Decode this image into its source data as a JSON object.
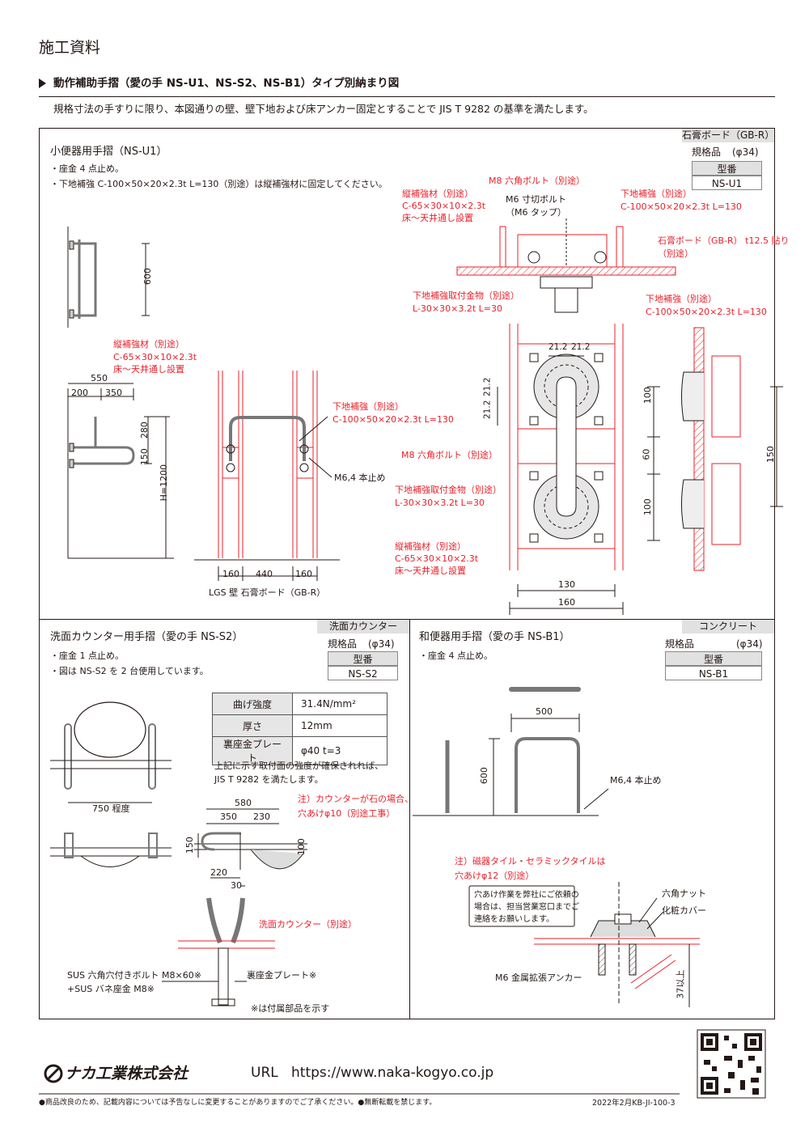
{
  "page_title": "施工資料",
  "section_title": "動作補助手摺（愛の手 NS-U1、NS-S2、NS-B1）タイプ別納まり図",
  "intro": "規格寸法の手すりに限り、本図通りの壁、壁下地および床アンカー固定とすることで JIS T 9282 の基準を満たします。",
  "panel_u1": {
    "header": "石膏ボード（GB-R）",
    "title": "小便器用手摺（NS-U1）",
    "notes": [
      "・座金 4 点止め。",
      "・下地補強 C-100×50×20×2.3t L=130（別途）は縦補強材に固定してください。"
    ],
    "spec_label": "規格品",
    "spec_dia": "(φ34)",
    "model_header": "型番",
    "model": "NS-U1",
    "dims": {
      "d600": "600",
      "d550": "550",
      "d200": "200",
      "d350": "350",
      "d280": "280",
      "d150": "150",
      "h1200": "H=1200",
      "d160a": "160",
      "d440": "440",
      "d160b": "160",
      "d212a": "21.2",
      "d212b": "21.2",
      "d212c": "21.2",
      "d212d": "21.2",
      "d100a": "100",
      "d60": "60",
      "d100b": "100",
      "d130": "130",
      "d160": "160",
      "d150r": "150"
    },
    "labels": {
      "tate1": "縦補強材（別途）",
      "tate1b": "C-65×30×10×2.3t",
      "tate1c": "床～天井通し設置",
      "shita1": "下地補強（別途）",
      "shita1b": "C-100×50×20×2.3t L=130",
      "m64": "M6,4 本止め",
      "wall": "LGS 壁 石膏ボード（GB-R）",
      "m8top": "M8 六角ボルト（別途）",
      "m6": "M6 寸切ボルト",
      "m6b": "（M6 タップ）",
      "tate2": "縦補強材（別途）",
      "tate2b": "C-65×30×10×2.3t",
      "tate2c": "床～天井通し設置",
      "shita2": "下地補強（別途）",
      "shita2b": "C-100×50×20×2.3t L=130",
      "gb": "石膏ボード（GB-R） t12.5 貼り",
      "gbb": "（別途）",
      "kana1": "下地補強取付金物（別途）",
      "kana1b": "L-30×30×3.2t L=30",
      "shita3": "下地補強（別途）",
      "shita3b": "C-100×50×20×2.3t L=130",
      "m8mid": "M8 六角ボルト（別途）",
      "kana2": "下地補強取付金物（別途）",
      "kana2b": "L-30×30×3.2t L=30",
      "tate3": "縦補強材（別途）",
      "tate3b": "C-65×30×10×2.3t",
      "tate3c": "床～天井通し設置"
    }
  },
  "panel_s2": {
    "header": "洗面カウンター",
    "title": "洗面カウンター用手摺（愛の手 NS-S2）",
    "notes": [
      "・座金 1 点止め。",
      "・図は NS-S2 を 2 台使用しています。"
    ],
    "spec_label": "規格品",
    "spec_dia": "(φ34)",
    "model_header": "型番",
    "model": "NS-S2",
    "table": [
      {
        "k": "曲げ強度",
        "v": "31.4N/mm²"
      },
      {
        "k": "厚さ",
        "v": "12mm"
      },
      {
        "k": "裏座金プレート",
        "v": "φ40 t=3"
      }
    ],
    "table_note1": "上記に示す取付面の強度が確保されれば、",
    "table_note2": "JIS T 9282 を満たします。",
    "d750": "750 程度",
    "dims": {
      "d580": "580",
      "d350": "350",
      "d230": "230",
      "d150": "150",
      "d100": "100",
      "d220": "220",
      "d30": "30"
    },
    "note_red1": "注）カウンターが石の場合、",
    "note_red2": "穴あけφ10（別途工事）",
    "counter": "洗面カウンター（別途）",
    "bolt1": "SUS 六角穴付きボルト M8×60※",
    "bolt2": "+SUS バネ座金 M8※",
    "plate": "裏座金プレート※",
    "footnote": "※は付属部品を示す"
  },
  "panel_b1": {
    "header": "コンクリート",
    "title": "和便器用手摺（愛の手 NS-B1）",
    "notes": [
      "・座金 4 点止め。"
    ],
    "spec_label": "規格品",
    "spec_dia": "(φ34)",
    "model_header": "型番",
    "model": "NS-B1",
    "dims": {
      "d500": "500",
      "d600": "600",
      "d37": "37以上"
    },
    "m64": "M6,4 本止め",
    "note_red1": "注）磁器タイル・セラミックタイルは",
    "note_red2": "穴あけφ12（別途）",
    "callout": [
      "穴あけ作業を弊社にご依頼の",
      "場合は、担当営業窓口までご",
      "連絡をお願いします。"
    ],
    "nut": "六角ナット",
    "cover": "化粧カバー",
    "anchor": "M6 金属拡張アンカー"
  },
  "footer": {
    "company": "ナカ工業株式会社",
    "url_label": "URL",
    "url": "https://www.naka-kogyo.co.jp",
    "disclaimer": "●商品改良のため、記載内容については予告なしに変更することがありますのでご了承ください。●無断転載を禁じます。",
    "code": "2022年2月KB-JI-100-3"
  },
  "colors": {
    "red": "#e8212a",
    "text": "#231815",
    "header_gray": "#e1e1e1"
  }
}
